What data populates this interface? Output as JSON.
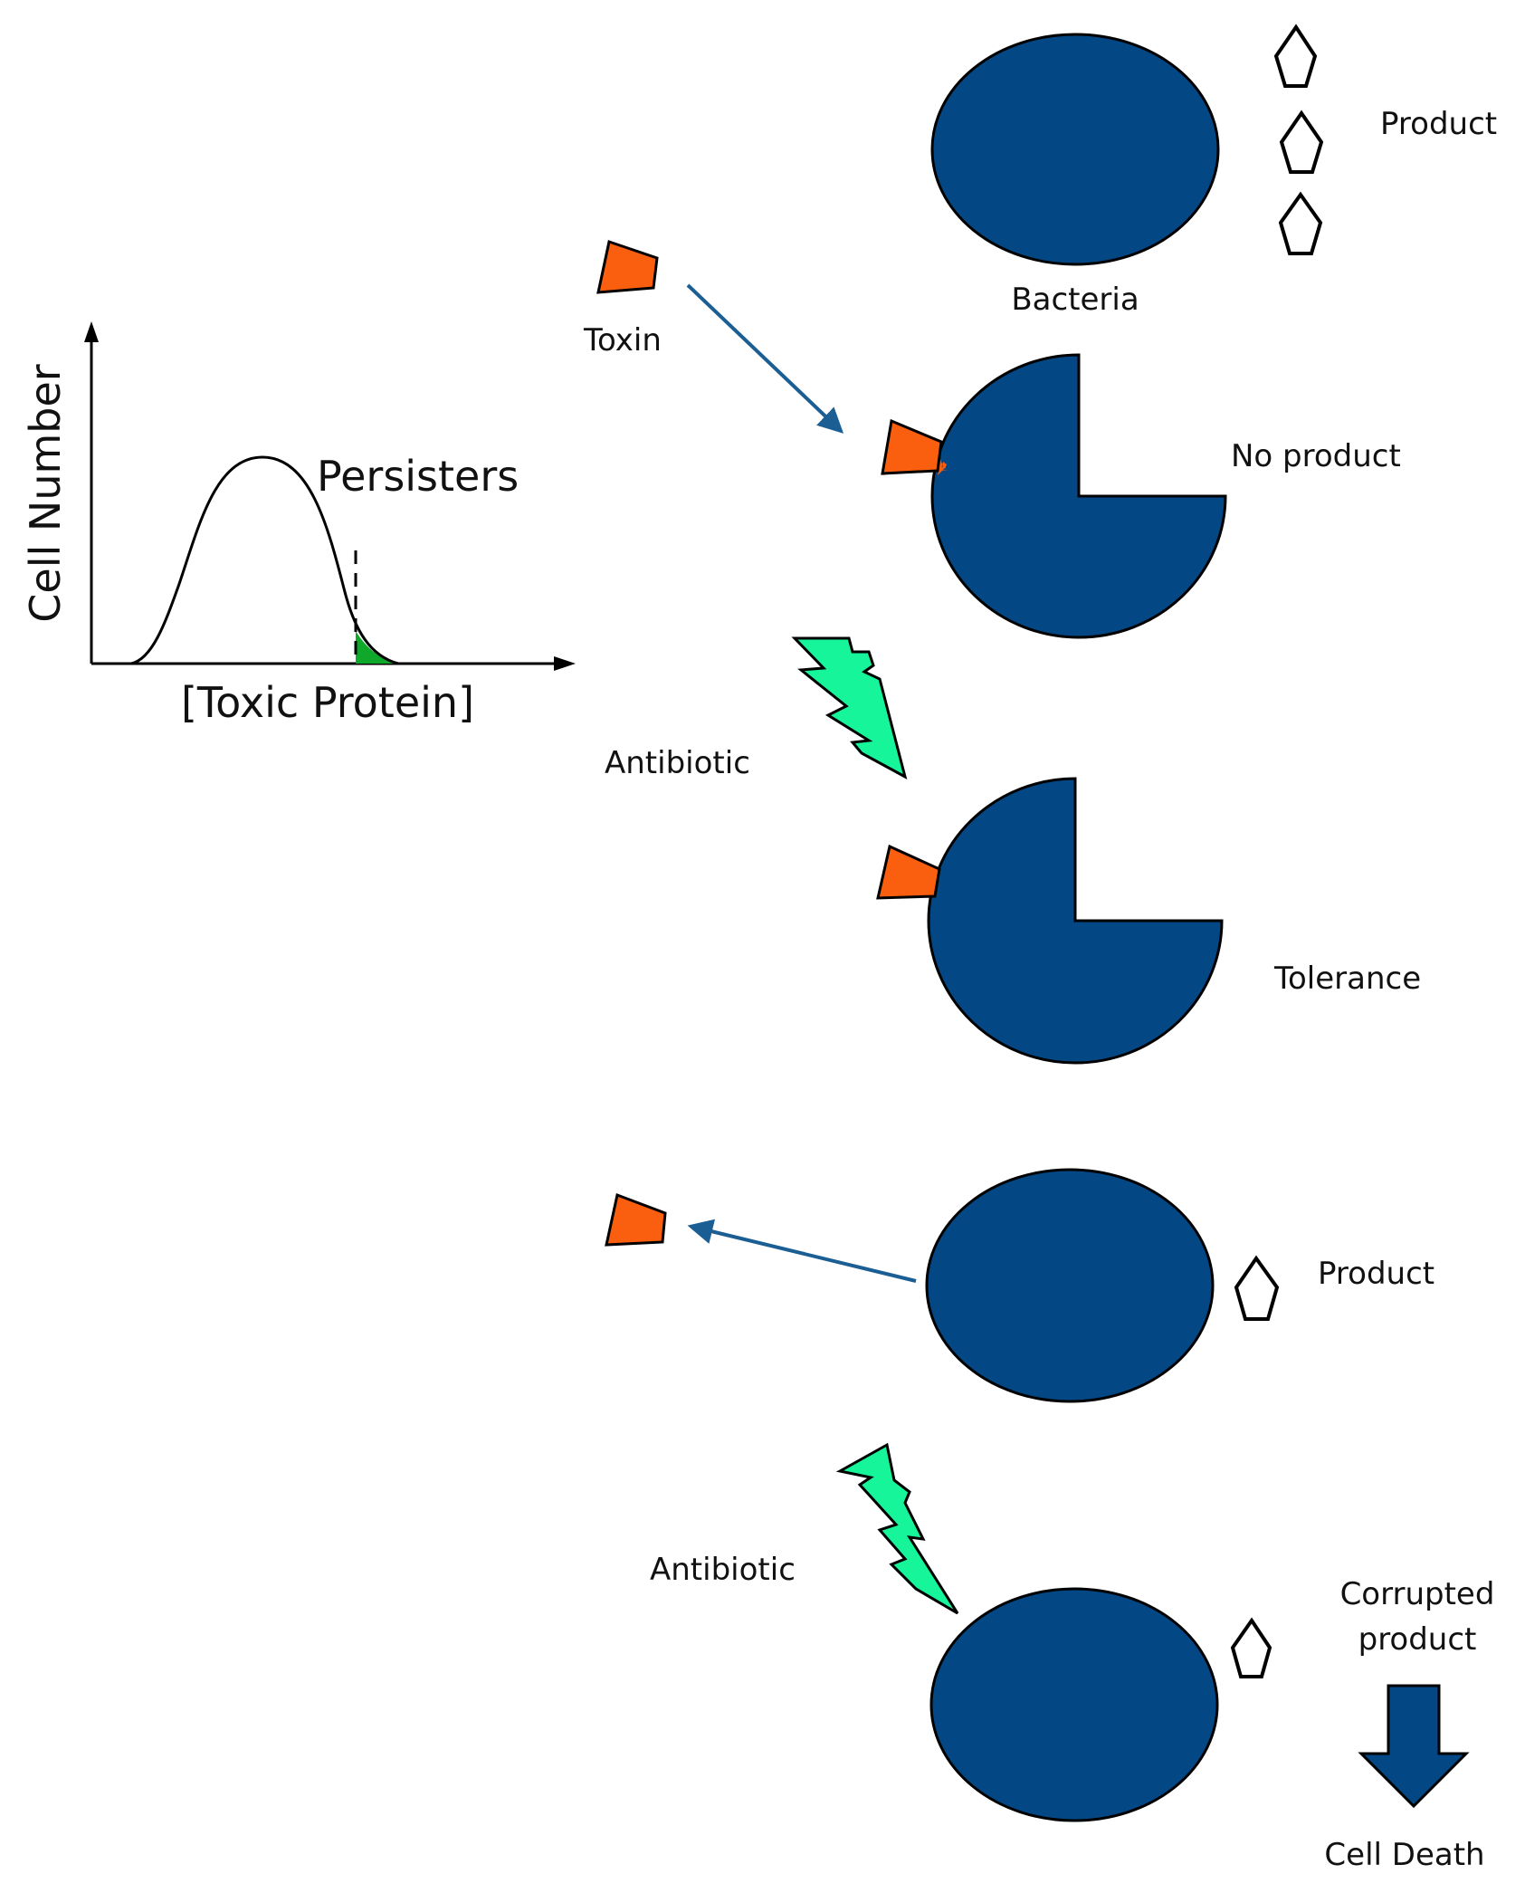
{
  "colors": {
    "cell_fill": "#034784",
    "toxin_fill": "#F95F0F",
    "antibiotic_fill": "#17F59A",
    "persister_fill": "#10A82A",
    "arrow_color": "#1B5E93",
    "outline": "#000000"
  },
  "labels": {
    "product_top": "Product",
    "bacteria": "Bacteria",
    "toxin": "Toxin",
    "no_product": "No product",
    "antibiotic_1": "Antibiotic",
    "tolerance": "Tolerance",
    "product_mid": "Product",
    "antibiotic_2": "Antibiotic",
    "corrupted_line1": "Corrupted",
    "corrupted_line2": "product",
    "cell_death": "Cell Death"
  },
  "graph": {
    "ylabel": "Cell Number",
    "xlabel": "[Toxic Protein]",
    "annotation": "Persisters"
  },
  "icons": [
    "bacteria-cell-icon",
    "product-pentagon-icon",
    "toxin-icon",
    "antibiotic-lightning-icon",
    "down-arrow-icon"
  ]
}
